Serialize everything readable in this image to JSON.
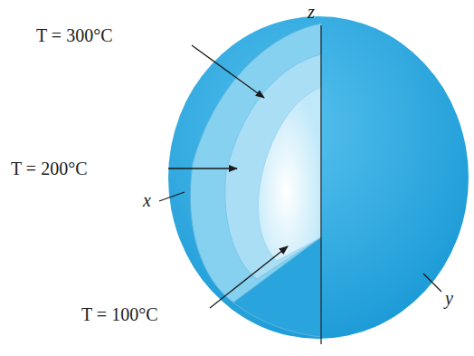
{
  "diagram": {
    "labels": [
      "z",
      "T = 300°C",
      "T = 200°C",
      "x",
      "y",
      "T = 100°C"
    ]
  }
}
